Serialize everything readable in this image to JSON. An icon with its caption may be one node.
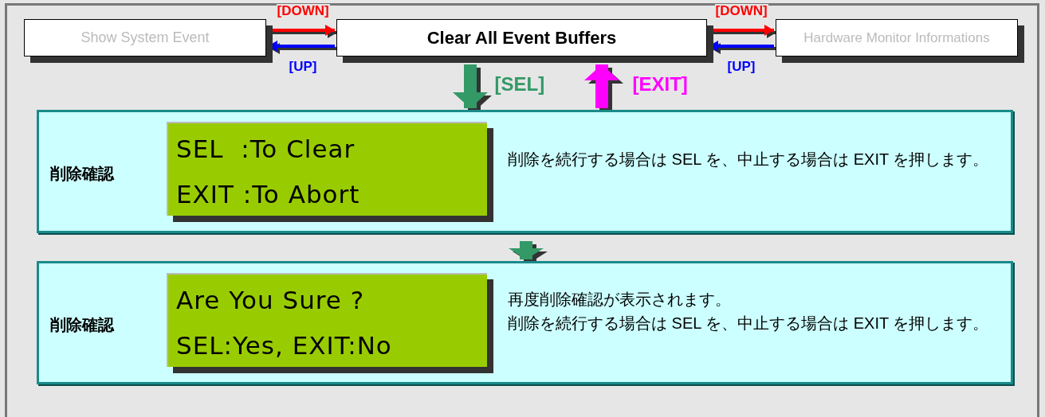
{
  "diagram": {
    "nodes": [
      {
        "text": [
          "Show System Event"
        ]
      },
      {
        "text": [
          "Clear All Event Buffers"
        ]
      },
      {
        "text": [
          "Hardware Monitor Informations"
        ]
      },
      {
        "text": [
          "削除確認",
          "削除を続行する場合は SEL を、中止する場合は EXIT を押します。"
        ]
      },
      {
        "text": [
          "SEL  :To Clear",
          "EXIT :To Abort"
        ],
        "in": 3
      },
      {
        "text": [
          "削除確認",
          "再度削除確認が表示されます。",
          "削除を続行する場合は SEL を、中止する場合は EXIT を押します。"
        ]
      },
      {
        "text": [
          "Are You Sure ?",
          "SEL:Yes, EXIT:No"
        ],
        "in": 5
      }
    ],
    "edges": [
      {
        "from": 0,
        "to": 1,
        "arrow": "to",
        "label": "[DOWN]",
        "color": "#ff0000"
      },
      {
        "from": 1,
        "to": 0,
        "arrow": "to",
        "label": "[UP]",
        "color": "#0000ff"
      },
      {
        "from": 1,
        "to": 2,
        "arrow": "to",
        "label": "[DOWN]",
        "color": "#ff0000"
      },
      {
        "from": 2,
        "to": 1,
        "arrow": "to",
        "label": "[UP]",
        "color": "#0000ff"
      },
      {
        "from": 1,
        "to": 3,
        "arrow": "to",
        "label": "[SEL]",
        "style": "thick",
        "color": "#339966"
      },
      {
        "from": 3,
        "to": 1,
        "arrow": "to",
        "label": "[EXIT]",
        "style": "thick",
        "color": "#ff00ff"
      },
      {
        "from": 3,
        "to": 5,
        "arrow": "to",
        "style": "thick",
        "color": "#339966"
      }
    ]
  }
}
